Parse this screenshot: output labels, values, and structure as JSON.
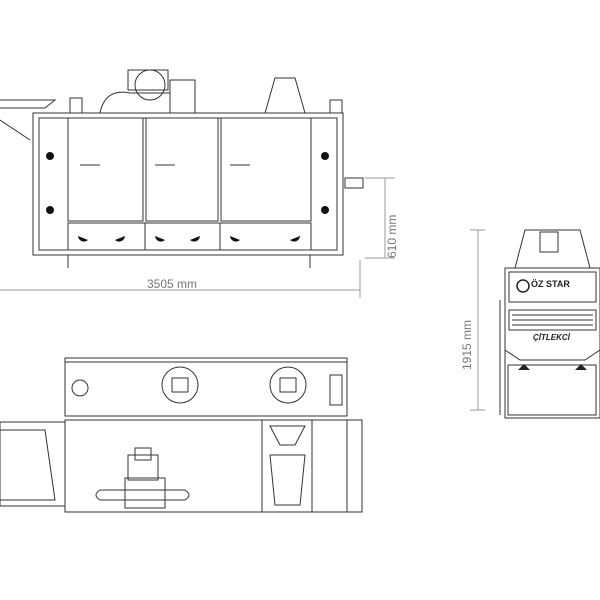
{
  "dimensions": {
    "length": "3505 mm",
    "height_side": "610 mm",
    "height_total": "1915 mm"
  },
  "logo": {
    "brand": "ÖZ STAR",
    "product": "ÇİTLEKCİ"
  }
}
